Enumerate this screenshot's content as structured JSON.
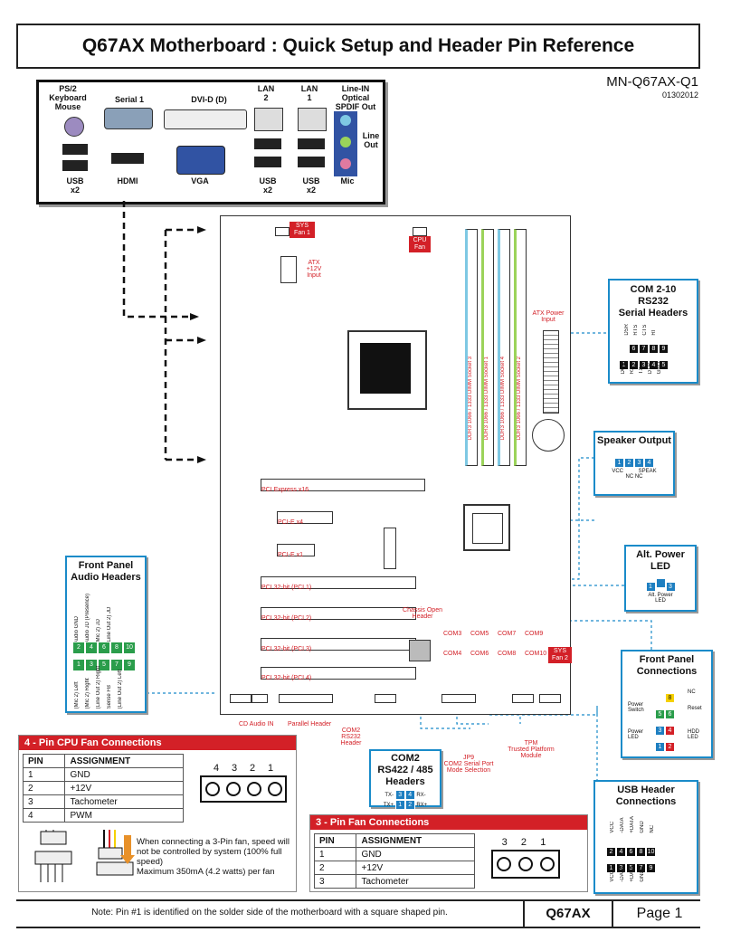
{
  "title": "Q67AX Motherboard : Quick Setup and Header Pin Reference",
  "doc_id": "MN-Q67AX-Q1",
  "doc_date": "01302012",
  "io_panel": {
    "ps2": "PS/2\nKeyboard\nMouse",
    "serial1": "Serial 1",
    "dvi": "DVI-D (D)",
    "lan2": "LAN\n2",
    "lan1": "LAN\n1",
    "linein": "Line-IN\nOptical\nSPDIF Out",
    "lineout": "Line\nOut",
    "usb_a": "USB\nx2",
    "hdmi": "HDMI",
    "vga": "VGA",
    "usb_b": "USB\nx2",
    "usb_c": "USB\nx2",
    "mic": "Mic"
  },
  "board": {
    "sys_fan1": "SYS\nFan 1",
    "cpu_fan": "CPU\nFan",
    "sys_fan2": "SYS\nFan 2",
    "atx12v": "ATX\n+12V\nInput",
    "atx_power": "ATX Power\nInput",
    "dimm3": "DDR3 1066 / 1333 DIMM  Socket 3",
    "dimm1": "DDR3 1066 / 1333 DIMM  Socket 1",
    "dimm4": "DDR3 1066 / 1333 DIMM  Socket 4",
    "dimm2": "DDR3 1066 / 1333 DIMM  Socket 2",
    "pcie16": "PCI Express x16",
    "pcie4": "PCI-E x4",
    "pcie1": "PCI-E x1",
    "pci1": "PCI 32-bit (PCI 1)",
    "pci2": "PCI 32-bit (PCI 2)",
    "pci3": "PCI 32-bit (PCI 3)",
    "pci4": "PCI 32-bit (PCI 4)",
    "chassis": "Chassis Open\nHeader",
    "com3": "COM3",
    "com5": "COM5",
    "com7": "COM7",
    "com9": "COM9",
    "com4": "COM4",
    "com6": "COM6",
    "com8": "COM8",
    "com10": "COM10"
  },
  "below_board": {
    "cd_audio": "CD Audio IN",
    "parallel": "Parallel Header",
    "com2_rs232": "COM2\nRS232\nHeader",
    "jp9": "JP9\nCOM2 Serial Port\nMode Selection",
    "tpm": "TPM\nTrusted Platform\nModule"
  },
  "com210": {
    "title": "COM 2-10\nRS232\nSerial Headers",
    "top_labels": [
      "DSR",
      "RTS",
      "CTS",
      "RI"
    ],
    "top_pins": [
      "6",
      "7",
      "8",
      "9"
    ],
    "bottom_pins": [
      "1",
      "2",
      "3",
      "4",
      "5"
    ],
    "bottom_labels": [
      "DCD",
      "RX",
      "TX",
      "DTR",
      "GND"
    ]
  },
  "speaker": {
    "title": "Speaker Output",
    "pins": [
      "1",
      "2",
      "3",
      "4"
    ],
    "labels": "VCC          SPEAK",
    "sublabels": "NC  NC"
  },
  "altpower": {
    "title": "Alt. Power\nLED",
    "pins": [
      "1",
      "",
      "3"
    ],
    "label": "Alt. Power\nLED"
  },
  "frontpanel": {
    "title": "Front Panel\nConnections",
    "nc": "NC",
    "power_switch": "Power\nSwitch",
    "reset": "Reset",
    "power_led": "Power\nLED",
    "hdd_led": "HDD\nLED",
    "left_pins": [
      "",
      "5",
      "3",
      "1"
    ],
    "right_pins": [
      "8",
      "6",
      "4",
      "2"
    ]
  },
  "usbheader": {
    "title": "USB Header\nConnections",
    "top_labels": [
      "VCC",
      "-DATA",
      "+DATA",
      "GND",
      "NC"
    ],
    "top_pins": [
      "2",
      "4",
      "6",
      "8",
      "10"
    ],
    "bottom_pins": [
      "1",
      "3",
      "5",
      "7",
      "9"
    ],
    "bottom_labels": [
      "VCC",
      "-DATA",
      "+DATA",
      "GND"
    ]
  },
  "com2_422": {
    "title": "COM2\nRS422 / 485\nHeaders",
    "row1": [
      "TX-",
      "3",
      "4",
      "RX-"
    ],
    "row2": [
      "TX+",
      "1",
      "2",
      "RX+"
    ]
  },
  "frontaudio": {
    "title": "Front Panel\nAudio Headers",
    "top_labels": [
      "Audio GND",
      "Audio JD (Presence)",
      "(Mic 2) JD",
      "(Line Out 2) JD"
    ],
    "top_pins": [
      "2",
      "4",
      "6",
      "8",
      "10"
    ],
    "bottom_pins": [
      "1",
      "3",
      "5",
      "7",
      "9"
    ],
    "bottom_labels": [
      "(Mic 2) Left",
      "(Mic 2) Right",
      "(Line Out 2) Right",
      "Sense FB",
      "(Line Out 2) Left"
    ]
  },
  "fan4": {
    "title": "4 - Pin CPU Fan Connections",
    "headers": [
      "PIN",
      "ASSIGNMENT"
    ],
    "rows": [
      [
        "1",
        "GND"
      ],
      [
        "2",
        "+12V"
      ],
      [
        "3",
        "Tachometer"
      ],
      [
        "4",
        "PWM"
      ]
    ],
    "diagram_nums": [
      "4",
      "3",
      "2",
      "1"
    ],
    "note": "When connecting a 3-Pin fan, speed will not be controlled by system (100% full speed)\nMaximum 350mA (4.2 watts) per fan"
  },
  "fan3": {
    "title": "3 - Pin Fan Connections",
    "headers": [
      "PIN",
      "ASSIGNMENT"
    ],
    "rows": [
      [
        "1",
        "GND"
      ],
      [
        "2",
        "+12V"
      ],
      [
        "3",
        "Tachometer"
      ]
    ],
    "diagram_nums": [
      "3",
      "2",
      "1"
    ]
  },
  "footer": {
    "note": "Note: Pin #1 is identified on the solder side of the motherboard with a square shaped pin.",
    "model": "Q67AX",
    "page": "Page 1"
  },
  "colors": {
    "accent_red": "#d32027",
    "callout_blue": "#1a8bc9",
    "pin_blue": "#1e7fc1",
    "audio_green": "#2a9d4b"
  }
}
